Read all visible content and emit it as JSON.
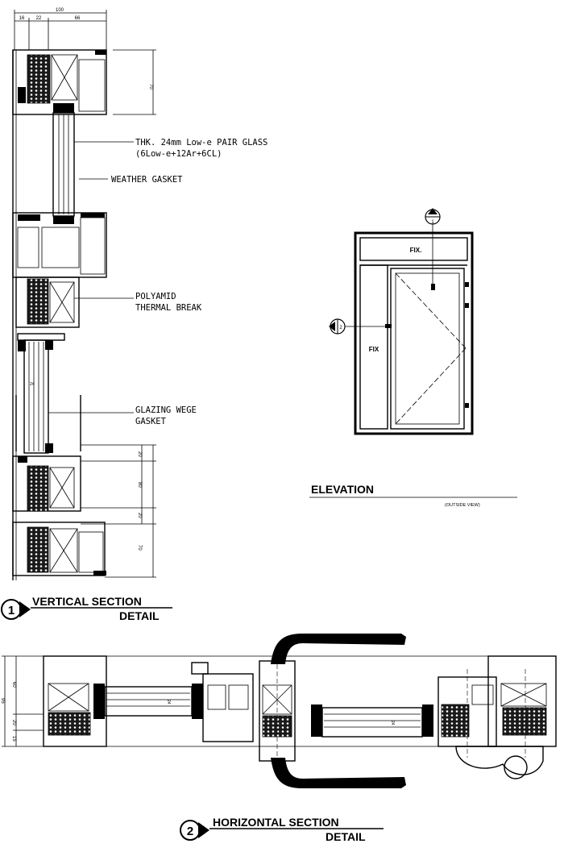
{
  "vertical_section": {
    "top_dims": [
      "100",
      "16",
      "22",
      "66"
    ],
    "side_dims": [
      "70",
      "20",
      "80",
      "20",
      "70"
    ],
    "small_dims": [
      "24"
    ],
    "callouts": {
      "glass_line1": "THK. 24mm Low-e PAIR GLASS",
      "glass_line2": "(6Low-e+12Ar+6CL)",
      "weather_gasket": "WEATHER GASKET",
      "polyamid_line1": "POLYAMID",
      "polyamid_line2": "THERMAL BREAK",
      "glazing_line1": "GLAZING WEGE",
      "glazing_line2": "GASKET"
    },
    "number": "1",
    "title_line1": "VERTICAL SECTION",
    "title_line2": "DETAIL"
  },
  "elevation": {
    "fix_top": "FIX.",
    "fix_side": "FIX",
    "title": "ELEVATION",
    "subtitle": "(OUTSIDE VIEW)",
    "marker_1": "1",
    "marker_2": "2"
  },
  "horizontal_section": {
    "side_dims": [
      "60",
      "20",
      "15"
    ],
    "left_dim": "95",
    "small_dims": [
      "24",
      "24"
    ],
    "number": "2",
    "title_line1": "HORIZONTAL SECTION",
    "title_line2": "DETAIL"
  }
}
